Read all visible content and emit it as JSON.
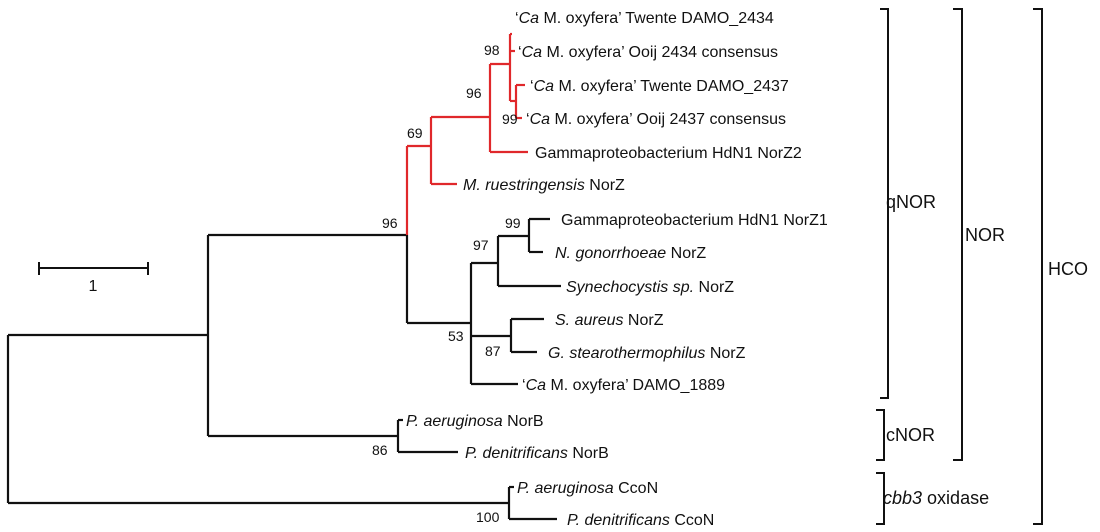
{
  "colors": {
    "default": "#111111",
    "highlight": "#e0282b"
  },
  "scale_bar": {
    "label": "1"
  },
  "leaves": {
    "ooij2434_twente": {
      "italic": "Ca",
      "pre": "‘",
      "rest": " M. oxyfera’ Twente DAMO_2434"
    },
    "ooij2434_cons": {
      "italic": "Ca",
      "pre": "‘",
      "rest": " M. oxyfera’ Ooij 2434 consensus"
    },
    "ooij2437_twente": {
      "italic": "Ca",
      "pre": "‘",
      "rest": " M. oxyfera’ Twente DAMO_2437"
    },
    "ooij2437_cons": {
      "italic": "Ca",
      "pre": "‘",
      "rest": " M. oxyfera’ Ooij 2437 consensus"
    },
    "hdn1_norz2": {
      "pre": "",
      "italic": "",
      "rest": "Gammaproteobacterium HdN1 NorZ2"
    },
    "m_ruestringensis": {
      "pre": "",
      "italic": "M. ruestringensis",
      "rest": " NorZ"
    },
    "hdn1_norz1": {
      "pre": "",
      "italic": "",
      "rest": "Gammaproteobacterium HdN1 NorZ1"
    },
    "n_gonorrhoeae": {
      "pre": "",
      "italic": "N. gonorrhoeae",
      "rest": " NorZ"
    },
    "synechocystis": {
      "pre": "",
      "italic": "Synechocystis sp.",
      "rest": " NorZ"
    },
    "s_aureus": {
      "pre": "",
      "italic": "S. aureus",
      "rest": " NorZ"
    },
    "g_stearo": {
      "pre": "",
      "italic": "G. stearothermophilus",
      "rest": " NorZ"
    },
    "damo1889": {
      "italic": "Ca",
      "pre": "‘",
      "rest": " M. oxyfera’ DAMO_1889"
    },
    "p_aerug_norb": {
      "pre": "",
      "italic": "P. aeruginosa",
      "rest": " NorB"
    },
    "p_denit_norb": {
      "pre": "",
      "italic": "P. denitrificans",
      "rest": " NorB"
    },
    "p_aerug_ccon": {
      "pre": "",
      "italic": "P. aeruginosa",
      "rest": " CcoN"
    },
    "p_denit_ccon": {
      "pre": "",
      "italic": "P. denitrificans",
      "rest": " CcoN"
    }
  },
  "bootstrap": {
    "b98": "98",
    "b99_red": "99",
    "b96_red": "96",
    "b69": "69",
    "b96": "96",
    "b99": "99",
    "b97": "97",
    "b53": "53",
    "b87": "87",
    "b86": "86",
    "b100": "100"
  },
  "groups": {
    "qnor": "qNOR",
    "nor": "NOR",
    "hco": "HCO",
    "cnor": "cNOR",
    "cbb3_italic": "cbb3",
    "cbb3_rest": " oxidase"
  }
}
